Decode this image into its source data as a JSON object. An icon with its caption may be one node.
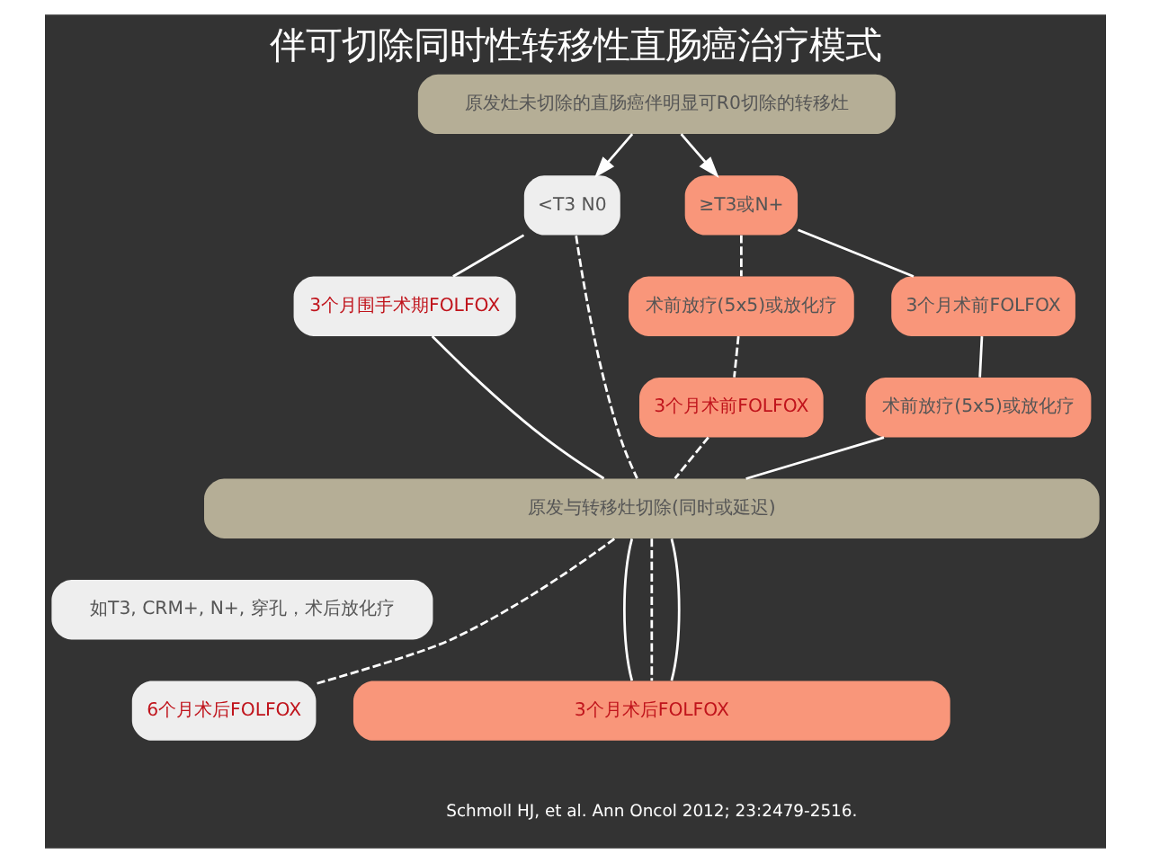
{
  "diagram": {
    "title": "伴可切除同时性转移性直肠癌治疗模式",
    "nodes": [
      {
        "text": [
          "原发灶未切除的直肠癌伴明显可R0切除的转移灶"
        ]
      },
      {
        "text": [
          "<T3 N0"
        ]
      },
      {
        "text": [
          "≥T3或N+"
        ]
      },
      {
        "text": [
          "3个月围手术期FOLFOX"
        ]
      },
      {
        "text": [
          "术前放疗(5x5)或放化疗"
        ]
      },
      {
        "text": [
          "3个月术前FOLFOX"
        ]
      },
      {
        "text": [
          "3个月术前FOLFOX"
        ]
      },
      {
        "text": [
          "术前放疗(5x5)或放化疗"
        ]
      },
      {
        "text": [
          "原发与转移灶切除(同时或延迟)"
        ]
      },
      {
        "text": [
          "如T3, CRM+, N+, 穿孔，术后放化疗"
        ]
      },
      {
        "text": [
          "6个月术后FOLFOX"
        ]
      },
      {
        "text": [
          "3个月术后FOLFOX"
        ]
      }
    ],
    "edges": [
      {
        "from": 0,
        "to": 1,
        "arrow": "to"
      },
      {
        "from": 0,
        "to": 2,
        "arrow": "to"
      },
      {
        "from": 1,
        "to": 3,
        "arrow": "none"
      },
      {
        "from": 1,
        "to": 8,
        "arrow": "none",
        "style": "dashed"
      },
      {
        "from": 3,
        "to": 8,
        "arrow": "none"
      },
      {
        "from": 2,
        "to": 4,
        "arrow": "none",
        "style": "dashed"
      },
      {
        "from": 2,
        "to": 5,
        "arrow": "none"
      },
      {
        "from": 4,
        "to": 6,
        "arrow": "none",
        "style": "dashed"
      },
      {
        "from": 5,
        "to": 7,
        "arrow": "none"
      },
      {
        "from": 6,
        "to": 8,
        "arrow": "none",
        "style": "dashed"
      },
      {
        "from": 7,
        "to": 8,
        "arrow": "none"
      },
      {
        "from": 8,
        "to": 10,
        "arrow": "none",
        "style": "dashed"
      },
      {
        "from": 8,
        "to": 11,
        "arrow": "none"
      },
      {
        "from": 8,
        "to": 11,
        "arrow": "none",
        "style": "dashed"
      },
      {
        "from": 8,
        "to": 11,
        "arrow": "none"
      }
    ],
    "labels": [
      "Schmoll HJ, et al. Ann Oncol 2012; 23:2479-2516."
    ]
  }
}
